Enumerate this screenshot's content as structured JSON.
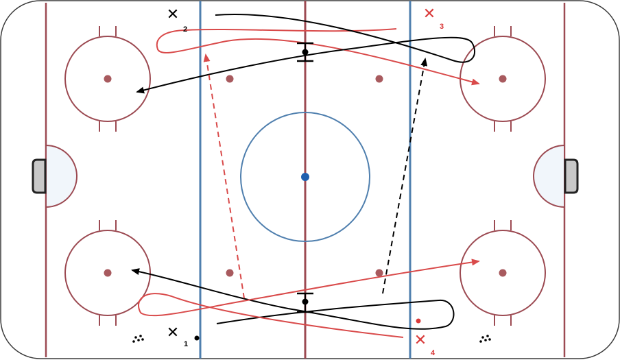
{
  "colors": {
    "board": "#3a3a3a",
    "goal_line": "#9c4a52",
    "blue_line": "#4f7fae",
    "center_line": "#9c4a52",
    "circle": "#9c4a52",
    "dot": "#a85a5e",
    "center_circle": "#4f7fae",
    "center_dot": "#1f5fae",
    "crease_fill": "#f1f6fb",
    "crease_stroke": "#9c4a52",
    "net_fill": "#c8c8c8",
    "black_player": "#000000",
    "red_player": "#d93a3a",
    "red_path": "#d94a4a",
    "black_path": "#000000"
  },
  "players": [
    {
      "id": "p1",
      "mark": "✕",
      "label": "1",
      "color": "black"
    },
    {
      "id": "p2",
      "mark": "✕",
      "label": "2",
      "color": "black"
    },
    {
      "id": "p3",
      "mark": "✕",
      "label": "3",
      "color": "red"
    },
    {
      "id": "p4",
      "mark": "✕",
      "label": "4",
      "color": "red"
    }
  ],
  "icons": {
    "pucks_left": "puck-pile-icon",
    "pucks_right": "puck-pile-icon",
    "coach_top": "coach-icon",
    "coach_bottom": "coach-icon"
  }
}
